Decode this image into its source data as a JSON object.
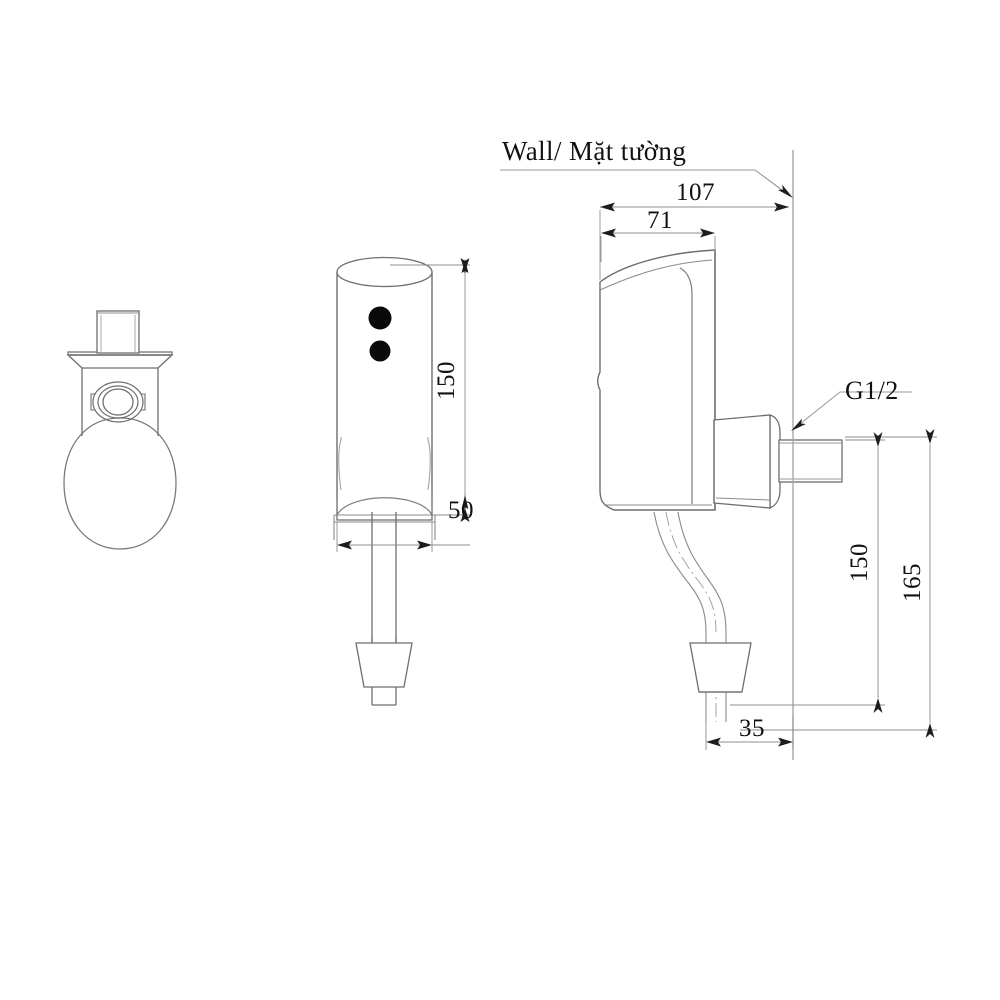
{
  "drawing": {
    "title_label": "Wall/ Mặt tường",
    "thread_label": "G1/2",
    "views": {
      "top_view": {
        "name": "top-plan-view"
      },
      "front_view": {
        "name": "front-elevation-view"
      },
      "side_view": {
        "name": "side-elevation-view"
      }
    },
    "dimensions": {
      "front_height": "150",
      "front_width": "50",
      "side_depth_total": "107",
      "side_depth_body": "71",
      "side_height_outlet": "150",
      "side_height_total": "165",
      "side_offset_bottom": "35"
    },
    "colors": {
      "line": "#3a3a3a",
      "thin_line": "#9a9a9a",
      "text": "#121212",
      "sensor_dot": "#000000",
      "background": "#ffffff"
    }
  }
}
